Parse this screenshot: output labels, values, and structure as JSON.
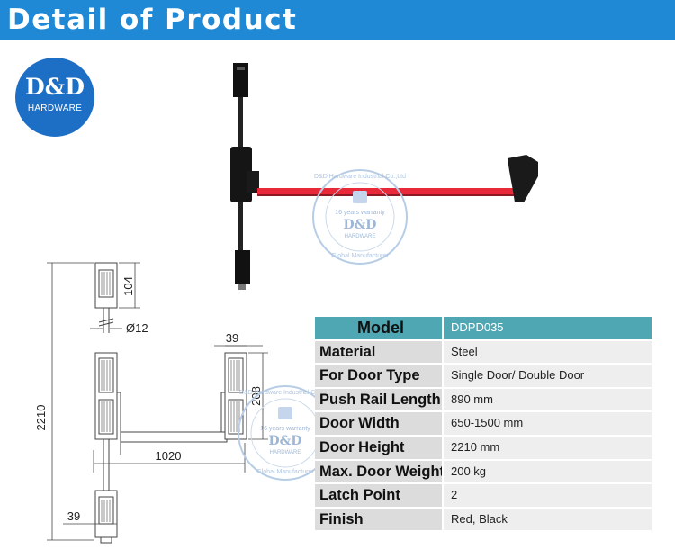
{
  "header": {
    "title": "Detail of Product"
  },
  "logo": {
    "main": "D&D",
    "sub": "HARDWARE"
  },
  "watermark": {
    "ring_text": "D&D Hardware Industrial Co.,Ltd",
    "inner": "16 years warranty",
    "brand": "D&D",
    "sub": "HARDWARE",
    "bottom": "Global Manufacturer"
  },
  "dimensions": {
    "total_height": "2210",
    "latch_height": "104",
    "rod_diameter": "Ø12",
    "end_width": "39",
    "end_height": "208",
    "rail_length": "1020",
    "base_width": "39"
  },
  "specs": [
    {
      "label": "Model",
      "value": "DDPD035"
    },
    {
      "label": "Material",
      "value": "Steel"
    },
    {
      "label": "For Door Type",
      "value": "Single Door/ Double Door"
    },
    {
      "label": "Push Rail Length",
      "value": "890 mm"
    },
    {
      "label": "Door Width",
      "value": "650-1500 mm"
    },
    {
      "label": "Door Height",
      "value": "2210 mm"
    },
    {
      "label": "Max. Door Weight",
      "value": "200 kg"
    },
    {
      "label": "Latch Point",
      "value": "2"
    },
    {
      "label": "Finish",
      "value": "Red, Black"
    }
  ],
  "colors": {
    "header": "#1f89d6",
    "logo": "#1d6fc6",
    "table_head": "#4fa7b4",
    "rail": "#e8293a"
  }
}
